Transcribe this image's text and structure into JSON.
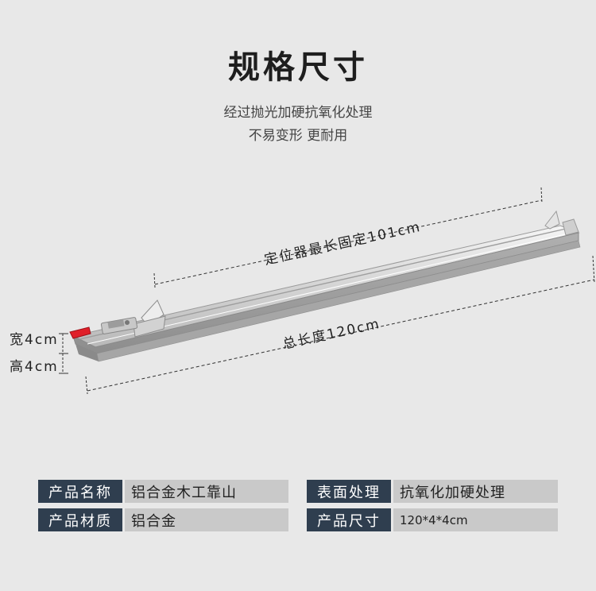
{
  "header": {
    "title": "规格尺寸",
    "subtitle_line1": "经过抛光加硬抗氧化处理",
    "subtitle_line2": "不易变形 更耐用"
  },
  "dimensions": {
    "fixed_length": "定位器最长固定101cm",
    "total_length": "总长度120cm",
    "width": "宽4cm",
    "height": "高4cm"
  },
  "specs": [
    {
      "label": "产品名称",
      "value": "铝合金木工靠山"
    },
    {
      "label": "表面处理",
      "value": "抗氧化加硬处理"
    },
    {
      "label": "产品材质",
      "value": "铝合金"
    },
    {
      "label": "产品尺寸",
      "value": "120*4*4cm"
    }
  ],
  "colors": {
    "background": "#e8e8e8",
    "label_bg": "#2f3e4f",
    "value_bg": "#c9c9c9",
    "clamp_handle": "#e0202a"
  }
}
